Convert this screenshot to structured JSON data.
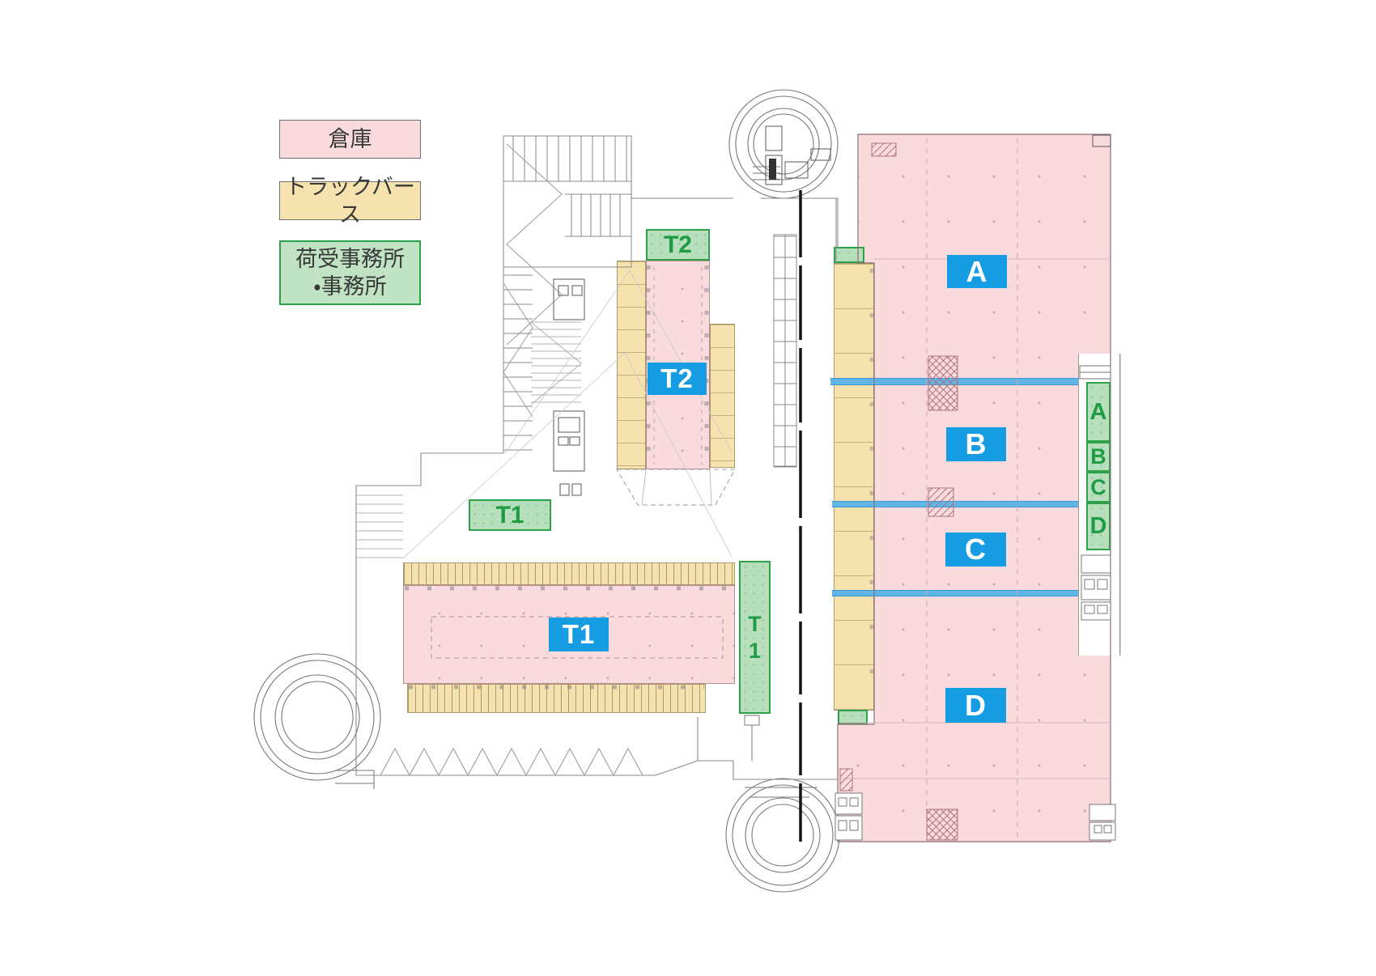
{
  "legend": {
    "warehouse": "倉庫",
    "truck_berth": "トラックバース",
    "office_line1": "荷受事務所",
    "office_line2": "・事務所"
  },
  "zone_labels": {
    "a": "A",
    "b": "B",
    "c": "C",
    "d": "D",
    "t1": "T1",
    "t2": "T2"
  },
  "office_labels": {
    "t2": "T2",
    "t1": "T1",
    "t1_vertical_top": "T",
    "t1_vertical_bottom": "1",
    "col_a": "A",
    "col_b": "B",
    "col_c": "C",
    "col_d": "D"
  },
  "colors": {
    "warehouse_fill": "#F9DBDD",
    "truck_berth_fill": "#F5E2AE",
    "office_fill": "#B7DFBC",
    "office_border": "#2FA14B",
    "office_text": "#1E9C45",
    "zone_label_bg": "#169CE2",
    "zone_label_text": "#FFFFFF",
    "zone_divider": "#5FB5E6",
    "cad_line": "#888888"
  }
}
